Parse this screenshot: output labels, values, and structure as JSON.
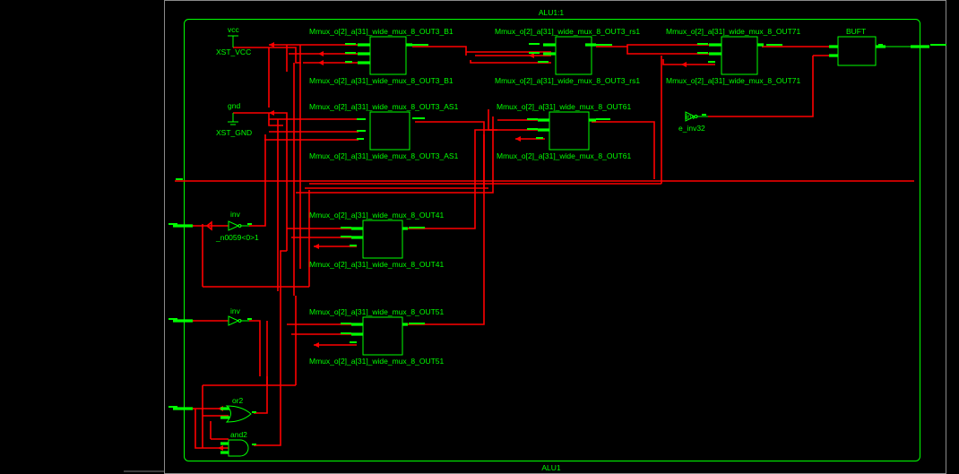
{
  "labels": {
    "top": "ALU1:1",
    "bottom": "ALU1",
    "vcc": "vcc",
    "xst_vcc": "XST_VCC",
    "gnd": "gnd",
    "xst_gnd": "XST_GND",
    "m_b1": "Mmux_o[2]_a[31]_wide_mux_8_OUT3_B1",
    "m_rs1": "Mmux_o[2]_a[31]_wide_mux_8_OUT3_rs1",
    "m_71": "Mmux_o[2]_a[31]_wide_mux_8_OUT71",
    "buft": "BUFT",
    "m_as1": "Mmux_o[2]_a[31]_wide_mux_8_OUT3_AS1",
    "m_61": "Mmux_o[2]_a[31]_wide_mux_8_OUT61",
    "inv": "inv",
    "e_inv32": "e_inv32",
    "n0059": "_n0059<0>1",
    "m_41": "Mmux_o[2]_a[31]_wide_mux_8_OUT41",
    "m_51": "Mmux_o[2]_a[31]_wide_mux_8_OUT51",
    "or2": "or2",
    "and2": "and2"
  },
  "colors": {
    "component": "#00ff00",
    "net": "#ff0000",
    "background": "#000000"
  }
}
